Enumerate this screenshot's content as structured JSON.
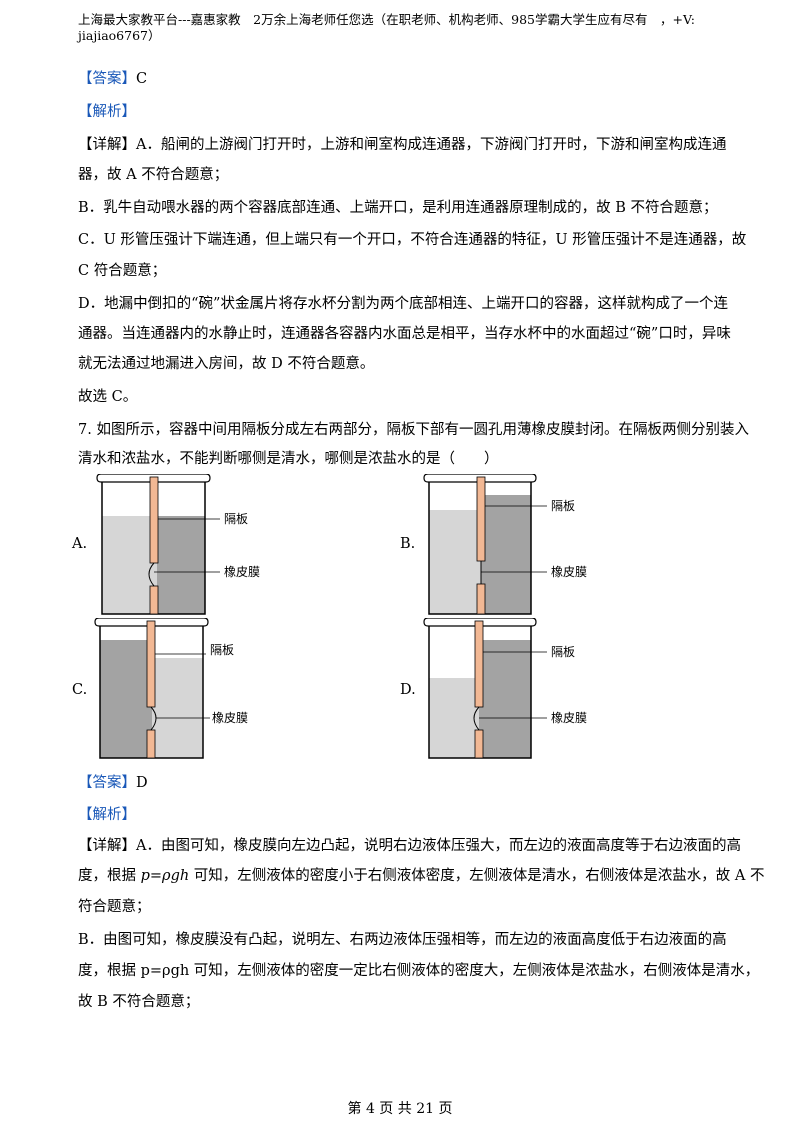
{
  "header": {
    "line1": "上海最大家教平台---嘉惠家教　2万余上海老师任您选（在职老师、机构老师、985学霸大学生应有尽有　，+V:",
    "line2": "jiajiao6767）"
  },
  "answer6": {
    "tag": "【答案】",
    "value": "C"
  },
  "analysis6": {
    "tag": "【解析】"
  },
  "detail6": {
    "tag": "【详解】",
    "a1": "A．船闸的上游阀门打开时，上游和闸室构成连通器，下游阀门打开时，下游和闸室构成连通",
    "a2": "器，故 A 不符合题意；",
    "b": "B．乳牛自动喂水器的两个容器底部连通、上端开口，是利用连通器原理制成的，故 B 不符合题意；",
    "c1": "C．U 形管压强计下端连通，但上端只有一个开口，不符合连通器的特征，U 形管压强计不是连通器，故",
    "c2": "C 符合题意；",
    "d1": "D．地漏中倒扣的“碗”状金属片将存水杯分割为两个底部相连、上端开口的容器，这样就构成了一个连",
    "d2": "通器。当连通器内的水静止时，连通器各容器内水面总是相平，当存水杯中的水面超过“碗”口时，异味",
    "d3": "就无法通过地漏进入房间，故 D 不符合题意。",
    "conclusion": "故选 C。"
  },
  "question7": {
    "line1": "7. 如图所示，容器中间用隔板分成左右两部分，隔板下部有一圆孔用薄橡皮膜封闭。在隔板两侧分别装入",
    "line2": "清水和浓盐水，不能判断哪侧是清水，哪侧是浓盐水的是（　　）"
  },
  "options": [
    {
      "letter": "A.",
      "partition_label": "隔板",
      "membrane_label": "橡皮膜"
    },
    {
      "letter": "B.",
      "partition_label": "隔板",
      "membrane_label": "橡皮膜"
    },
    {
      "letter": "C.",
      "partition_label": "隔板",
      "membrane_label": "橡皮膜"
    },
    {
      "letter": "D.",
      "partition_label": "隔板",
      "membrane_label": "橡皮膜"
    }
  ],
  "answer7": {
    "tag": "【答案】",
    "value": "D"
  },
  "analysis7": {
    "tag": "【解析】"
  },
  "detail7": {
    "tag": "【详解】",
    "a1": "A．由图可知，橡皮膜向左边凸起，说明右边液体压强大，而左边的液面高度等于右边液面的高",
    "a2_pre": "度，根据 ",
    "a2_formula": "p=ρgh",
    "a2_post": " 可知，左侧液体的密度小于右侧液体密度，左侧液体是清水，右侧液体是浓盐水，故 A 不",
    "a3": "符合题意；",
    "b1": "B．由图可知，橡皮膜没有凸起，说明左、右两边液体压强相等，而左边的液面高度低于右边液面的高",
    "b2": "度，根据 p=ρgh 可知，左侧液体的密度一定比右侧液体的密度大，左侧液体是浓盐水，右侧液体是清水，",
    "b3": "故 B 不符合题意；"
  },
  "footer": "第 4 页 共 21 页",
  "colors": {
    "tag": "#1a58b8",
    "light_liquid": "#d6d6d6",
    "dark_liquid": "#a3a3a3",
    "partition": "#f2b894"
  }
}
